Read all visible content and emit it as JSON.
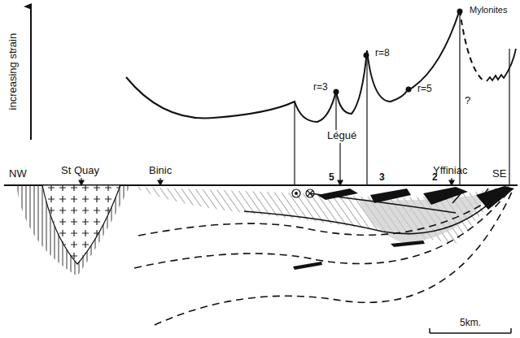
{
  "diagram": {
    "labels": [
      "increasing strain",
      "NW",
      "St Quay",
      "Binic",
      "Légué",
      "Yffiniac",
      "SE",
      "Mylonites",
      "r=3",
      "r=8",
      "r=5",
      "?",
      "5",
      "3",
      "2",
      "5km."
    ]
  }
}
